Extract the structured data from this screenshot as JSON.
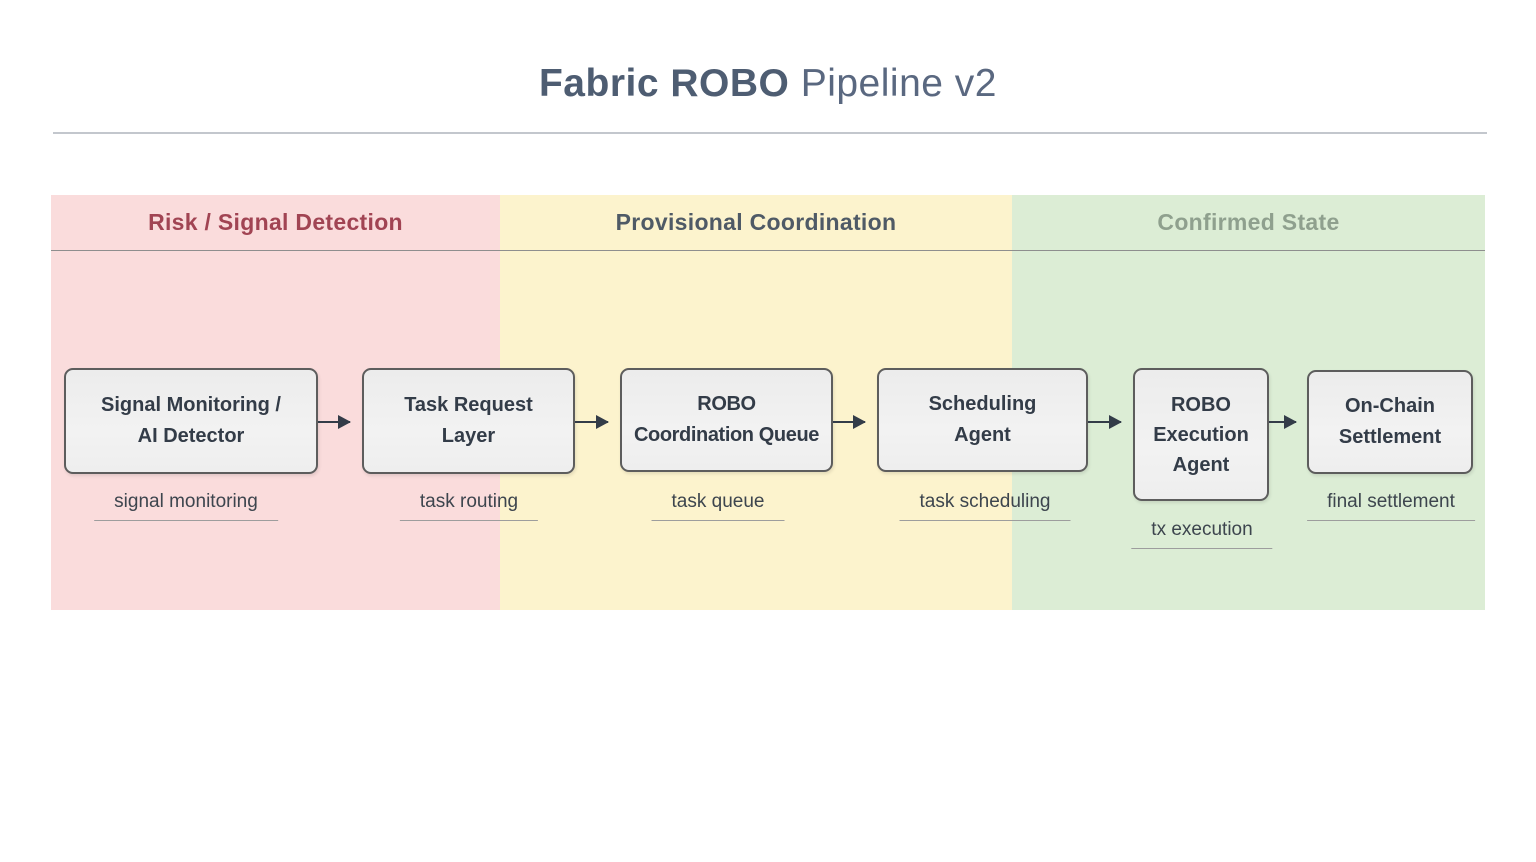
{
  "title": {
    "bold": "Fabric ROBO",
    "regular": " Pipeline v2"
  },
  "zones": [
    {
      "label": "Risk / Signal Detection",
      "bg": "#fadcdc",
      "text_color": "#a14453"
    },
    {
      "label": "Provisional Coordination",
      "bg": "#fcf3cd",
      "text_color": "#4f5a66"
    },
    {
      "label": "Confirmed State",
      "bg": "#dcedd5",
      "text_color": "#8fa08e"
    }
  ],
  "nodes": [
    {
      "label": "Signal Monitoring /\nAI Detector",
      "sublabel": "signal monitoring",
      "zone": "Risk / Signal Detection"
    },
    {
      "label": "Task Request\nLayer",
      "sublabel": "task routing",
      "zone": "Risk / Signal Detection"
    },
    {
      "label": "ROBO\nCoordination Queue",
      "sublabel": "task queue",
      "zone": "Provisional Coordination"
    },
    {
      "label": "Scheduling\nAgent",
      "sublabel": "task scheduling",
      "zone": "Provisional Coordination"
    },
    {
      "label": "ROBO\nExecution\nAgent",
      "sublabel": "tx execution",
      "zone": "Confirmed State"
    },
    {
      "label": "On-Chain\nSettlement",
      "sublabel": "final settlement",
      "zone": "Confirmed State"
    }
  ],
  "style": {
    "node_fill": "#ededed",
    "node_border": "#5d5d5d",
    "arrow_color": "#333c48",
    "rule_color": "#8e8e8e",
    "title_rule_color": "#c3c7cd",
    "background": "#ffffff"
  }
}
